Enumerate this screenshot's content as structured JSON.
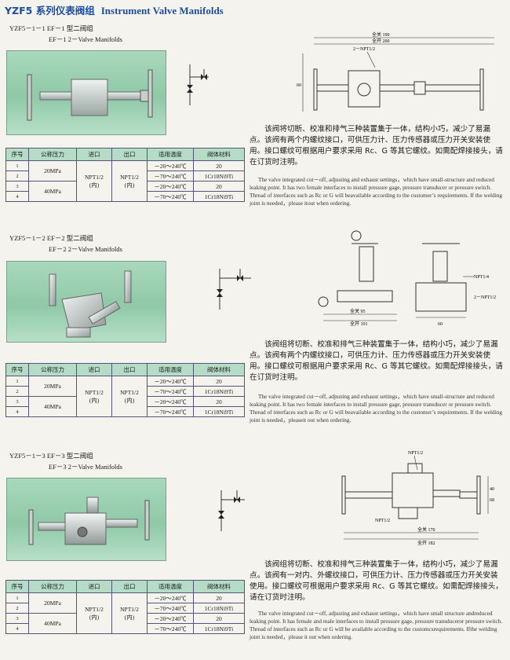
{
  "page": {
    "title_cn": "YZF5 系列仪表阀组",
    "title_en": "Instrument Valve Manifolds"
  },
  "table_header": [
    "序号",
    "公称压力",
    "进口",
    "出口",
    "适用温度",
    "阀体材料"
  ],
  "sections": [
    {
      "model_cn": "YZF5－1－1 EF－1 型二阀组",
      "model_en": "EF－1 2－Valve Manifolds",
      "rows": [
        {
          "no": "1",
          "temp": "－20～240℃",
          "mat": "20"
        },
        {
          "no": "2",
          "temp": "－70～240℃",
          "mat": "1Cr18Ni9Ti"
        },
        {
          "no": "3",
          "temp": "－20～240℃",
          "mat": "20"
        },
        {
          "no": "4",
          "temp": "－70～240℃",
          "mat": "1Cr18Ni9Ti"
        }
      ],
      "pressure_a": "20MPa",
      "pressure_b": "40MPa",
      "inlet": [
        "NPT1/2",
        "(内)"
      ],
      "outlet": [
        "NPT1/2",
        "(内)"
      ],
      "desc_cn": "该阀将切断、校准和排气三种装置集于一体，结构小巧，减少了易漏点。该阀有两个内螺纹接口，可供压力计、压力传感器或压力开关安装使用。接口螺纹可根据用户要求采用 Rc、G 等其它螺纹。如需配焊接接头，请在订货时注明。",
      "desc_en": "The valve integrated cut－off, adjusting and exhaust settings，which have small-structure and reduced leaking point. It has two female interfaces to install pressure gage, pressure transducer or pressure switch. Thread of interfaces such as Rc or G will beavailable according to the customer’s requirements. If the welding joint is needed，please itout when ordering.",
      "dims": {
        "callout": "2－NPT1/2",
        "top1": "全关 190",
        "top2": "全开 200",
        "height": "60"
      }
    },
    {
      "model_cn": "YZF5－1－2 EF－2 型二阀组",
      "model_en": "EF－2 2－Valve Manifolds",
      "rows": [
        {
          "no": "1",
          "temp": "－20～240℃",
          "mat": "20"
        },
        {
          "no": "2",
          "temp": "－70～240℃",
          "mat": "1Cr18Ni9Ti"
        },
        {
          "no": "3",
          "temp": "－20～240℃",
          "mat": "20"
        },
        {
          "no": "4",
          "temp": "－70～240℃",
          "mat": "1Cr18Ni9Ti"
        }
      ],
      "pressure_a": "20MPa",
      "pressure_b": "40MPa",
      "inlet": [
        "NPT1/2",
        "(内)"
      ],
      "outlet": [
        "NPT1/2",
        "(内)"
      ],
      "desc_cn": "该阀组将切断、校准和排气三种装置集于一体，结构小巧，减少了易漏点。该阀有两个内螺纹接口，可供压力计、压力传感器或压力开关安装使用。接口螺纹可根据用户要求采用 Rc、G 等其它螺纹。如需配焊接接头，请在订货时注明。",
      "desc_en": "The valve integrated cut－off, adjusting and exhaust settings，which have small-structure and reduced leaking point. It has two female interfaces to install pressure gage, pressure transducer or pressure switch. Thread of interfaces such as Rc or G will beavailable according to the customer’s requirements. If the welding joint is needed，pleaseit out when ordering.",
      "dims": {
        "callout1": "NPT1/4",
        "callout2": "2－NPT1/2",
        "bot1": "全关 95",
        "bot2": "全开 101",
        "bot3": "60"
      }
    },
    {
      "model_cn": "YZF5－1－3 EF－3 型二阀组",
      "model_en": "EF－3 2－Valve Manifolds",
      "rows": [
        {
          "no": "1",
          "temp": "－20～240℃",
          "mat": "20"
        },
        {
          "no": "2",
          "temp": "－70～240℃",
          "mat": "1Cr18Ni9Ti"
        },
        {
          "no": "3",
          "temp": "－20～240℃",
          "mat": "20"
        },
        {
          "no": "4",
          "temp": "－70～240℃",
          "mat": "1Cr18Ni9Ti"
        }
      ],
      "pressure_a": "20MPa",
      "pressure_b": "40MPa",
      "inlet": [
        "NPT1/2",
        "(内)"
      ],
      "outlet": [
        "NPT1/2",
        "(内)"
      ],
      "desc_cn": "该阀组将切断、校准和排气三种装置集于一体，结构小巧，减少了易漏点。该阀有一对内、外螺纹接口，可供压力计、压力传感器或压力开关安装使用。接口螺纹可根据用户要求采用 Rc、G 等其它螺纹。如需配焊接接头，请在订货时注明。",
      "desc_en": "The valve integrated cut－off, adjusting and exhaust settings，which have small structure andreduced leaking point. It has female and male interfaces to install pressure gage, pressure transduceror pressure switch. Thread of interfaces such as Rc or G will be available according to the customcsrequirements. Ifthe welding joint is needed，please it out when ordering.",
      "dims": {
        "callout1": "NPT1/2",
        "callout2": "NPT1/2",
        "bot1": "全关 170",
        "bot2": "全开 182",
        "h1": "40",
        "h2": "68"
      }
    }
  ]
}
